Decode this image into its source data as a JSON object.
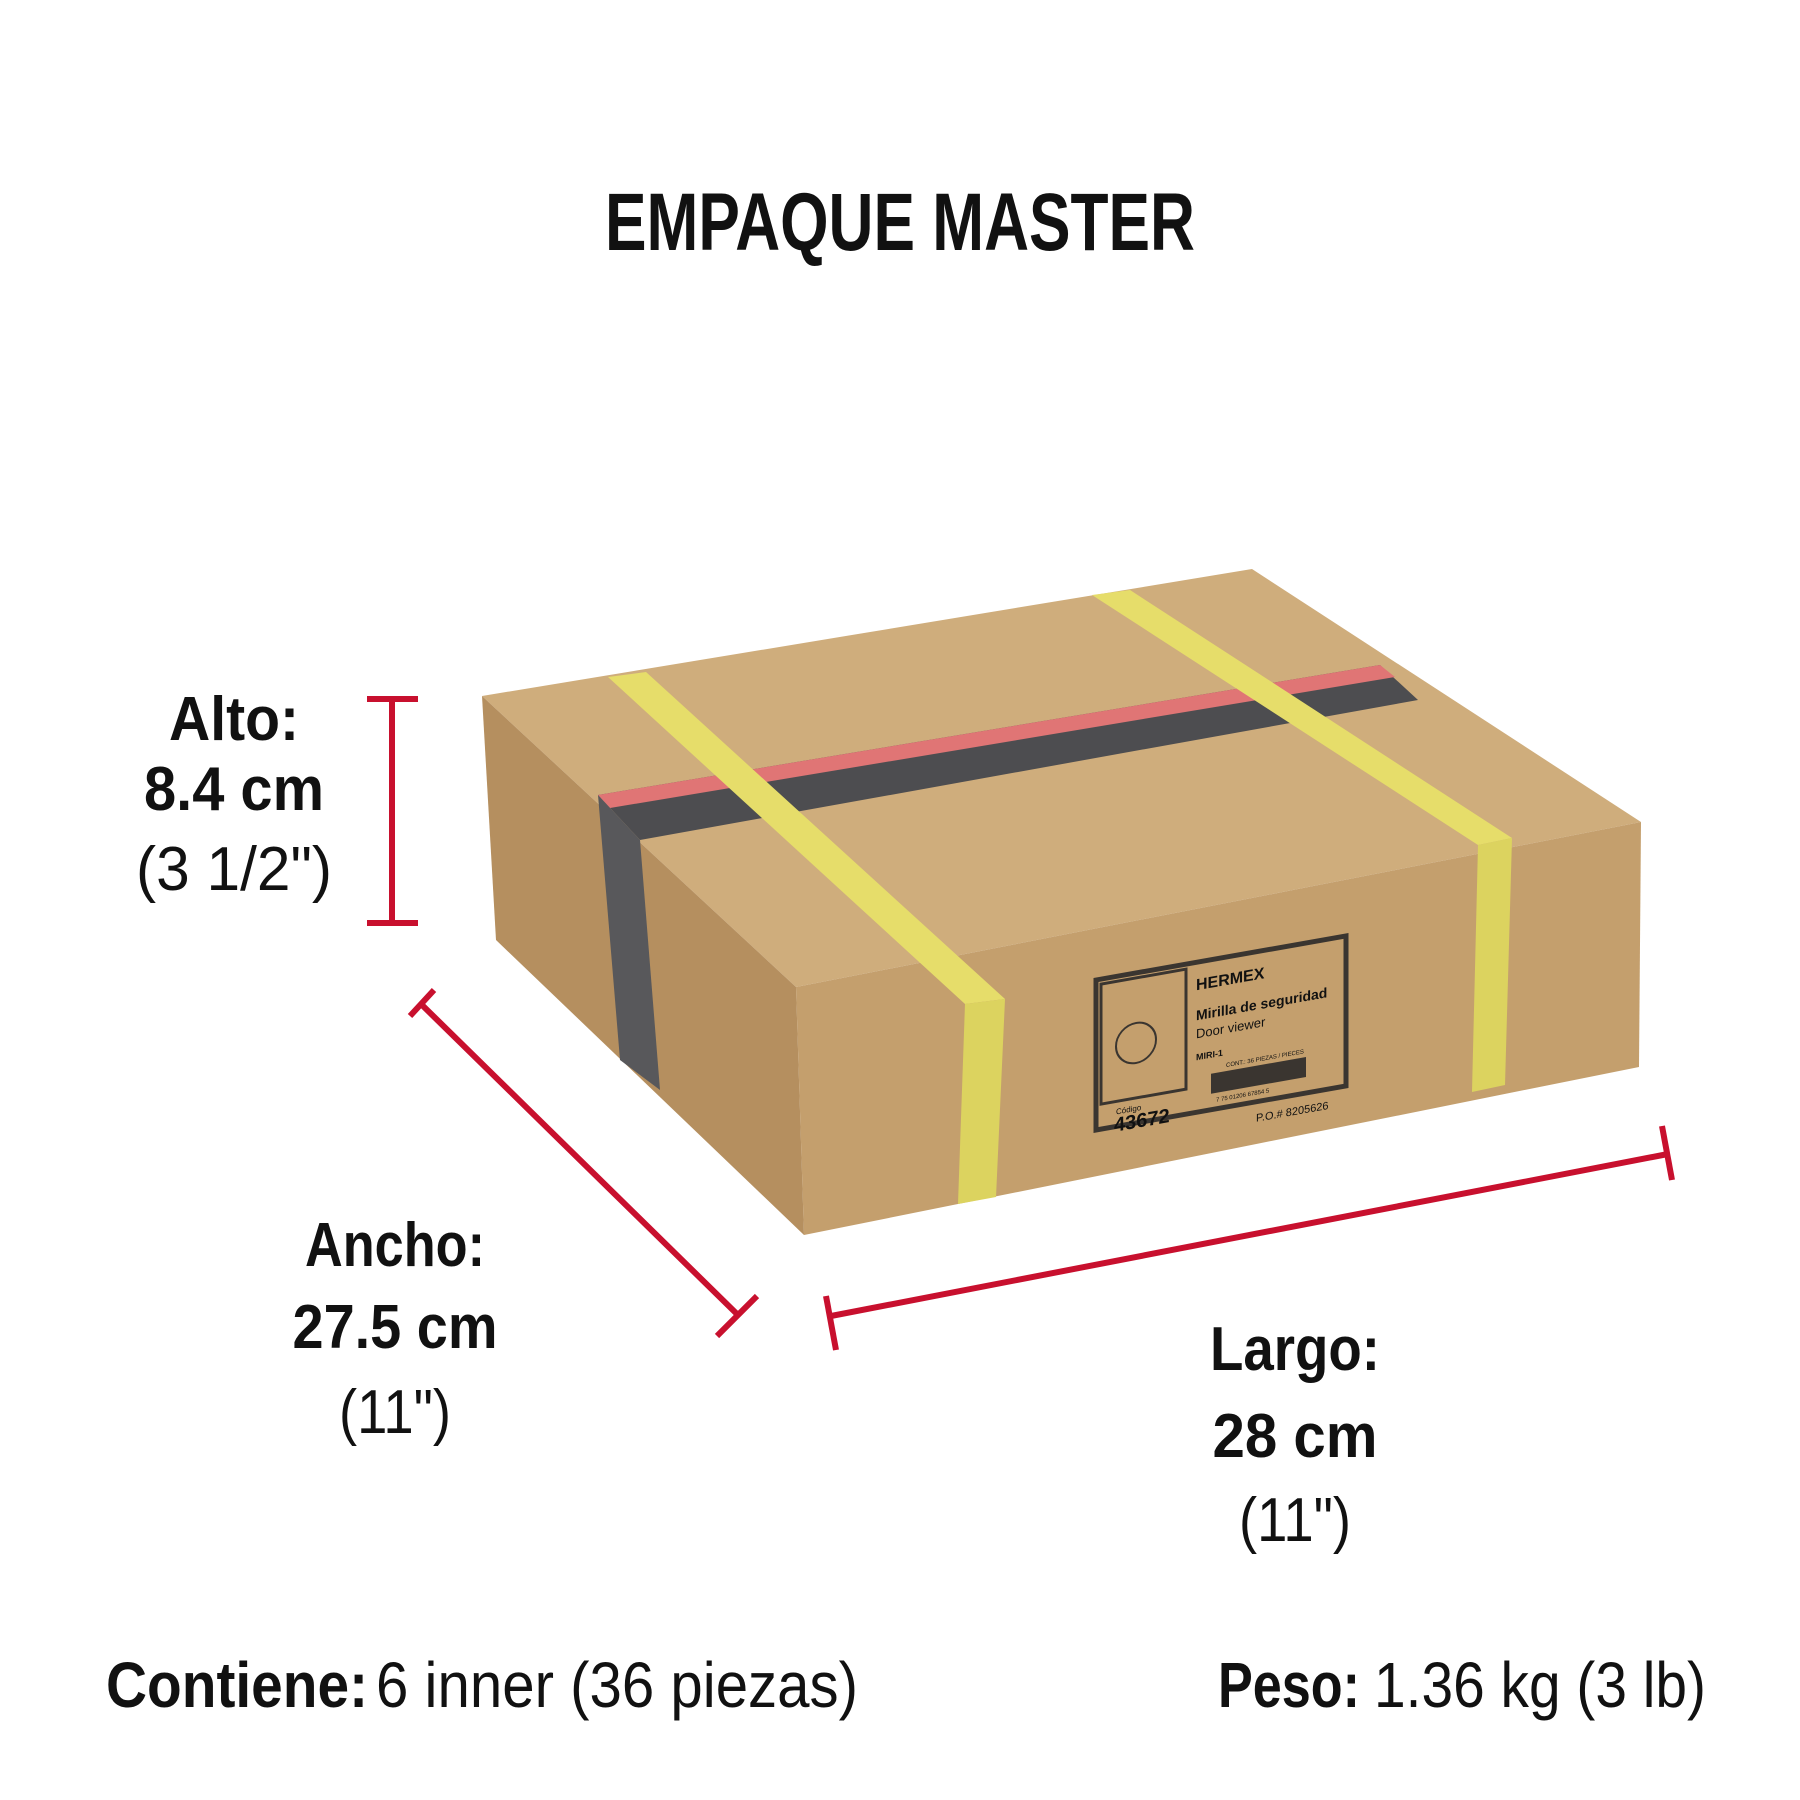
{
  "title": "EMPAQUE MASTER",
  "colors": {
    "accent": "#c8102e",
    "box": "#c9a574",
    "strap": "#e8e070",
    "tape_dark": "#4a4a4c",
    "tape_red": "#e07070"
  },
  "dimensions": {
    "alto": {
      "label": "Alto:",
      "metric": "8.4 cm",
      "imperial": "(3 1/2\")"
    },
    "ancho": {
      "label": "Ancho:",
      "metric": "27.5 cm",
      "imperial": "(11\")"
    },
    "largo": {
      "label": "Largo:",
      "metric": "28 cm",
      "imperial": "(11\")"
    }
  },
  "contents": {
    "label": "Contiene:",
    "value": "6 inner (36 piezas)"
  },
  "weight": {
    "label": "Peso:",
    "value": "1.36 kg (3 lb)"
  },
  "box_label": {
    "brand": "HERMEX",
    "product_es": "Mirilla de seguridad",
    "product_en": "Door viewer",
    "clave": "MIRI-1",
    "contents": "CONT.: 36 PIEZAS / PIECES",
    "barcode": "7 75 01206 67854 5",
    "codigo_label": "Código",
    "codigo": "43672",
    "po": "P.O.# 8205626"
  }
}
